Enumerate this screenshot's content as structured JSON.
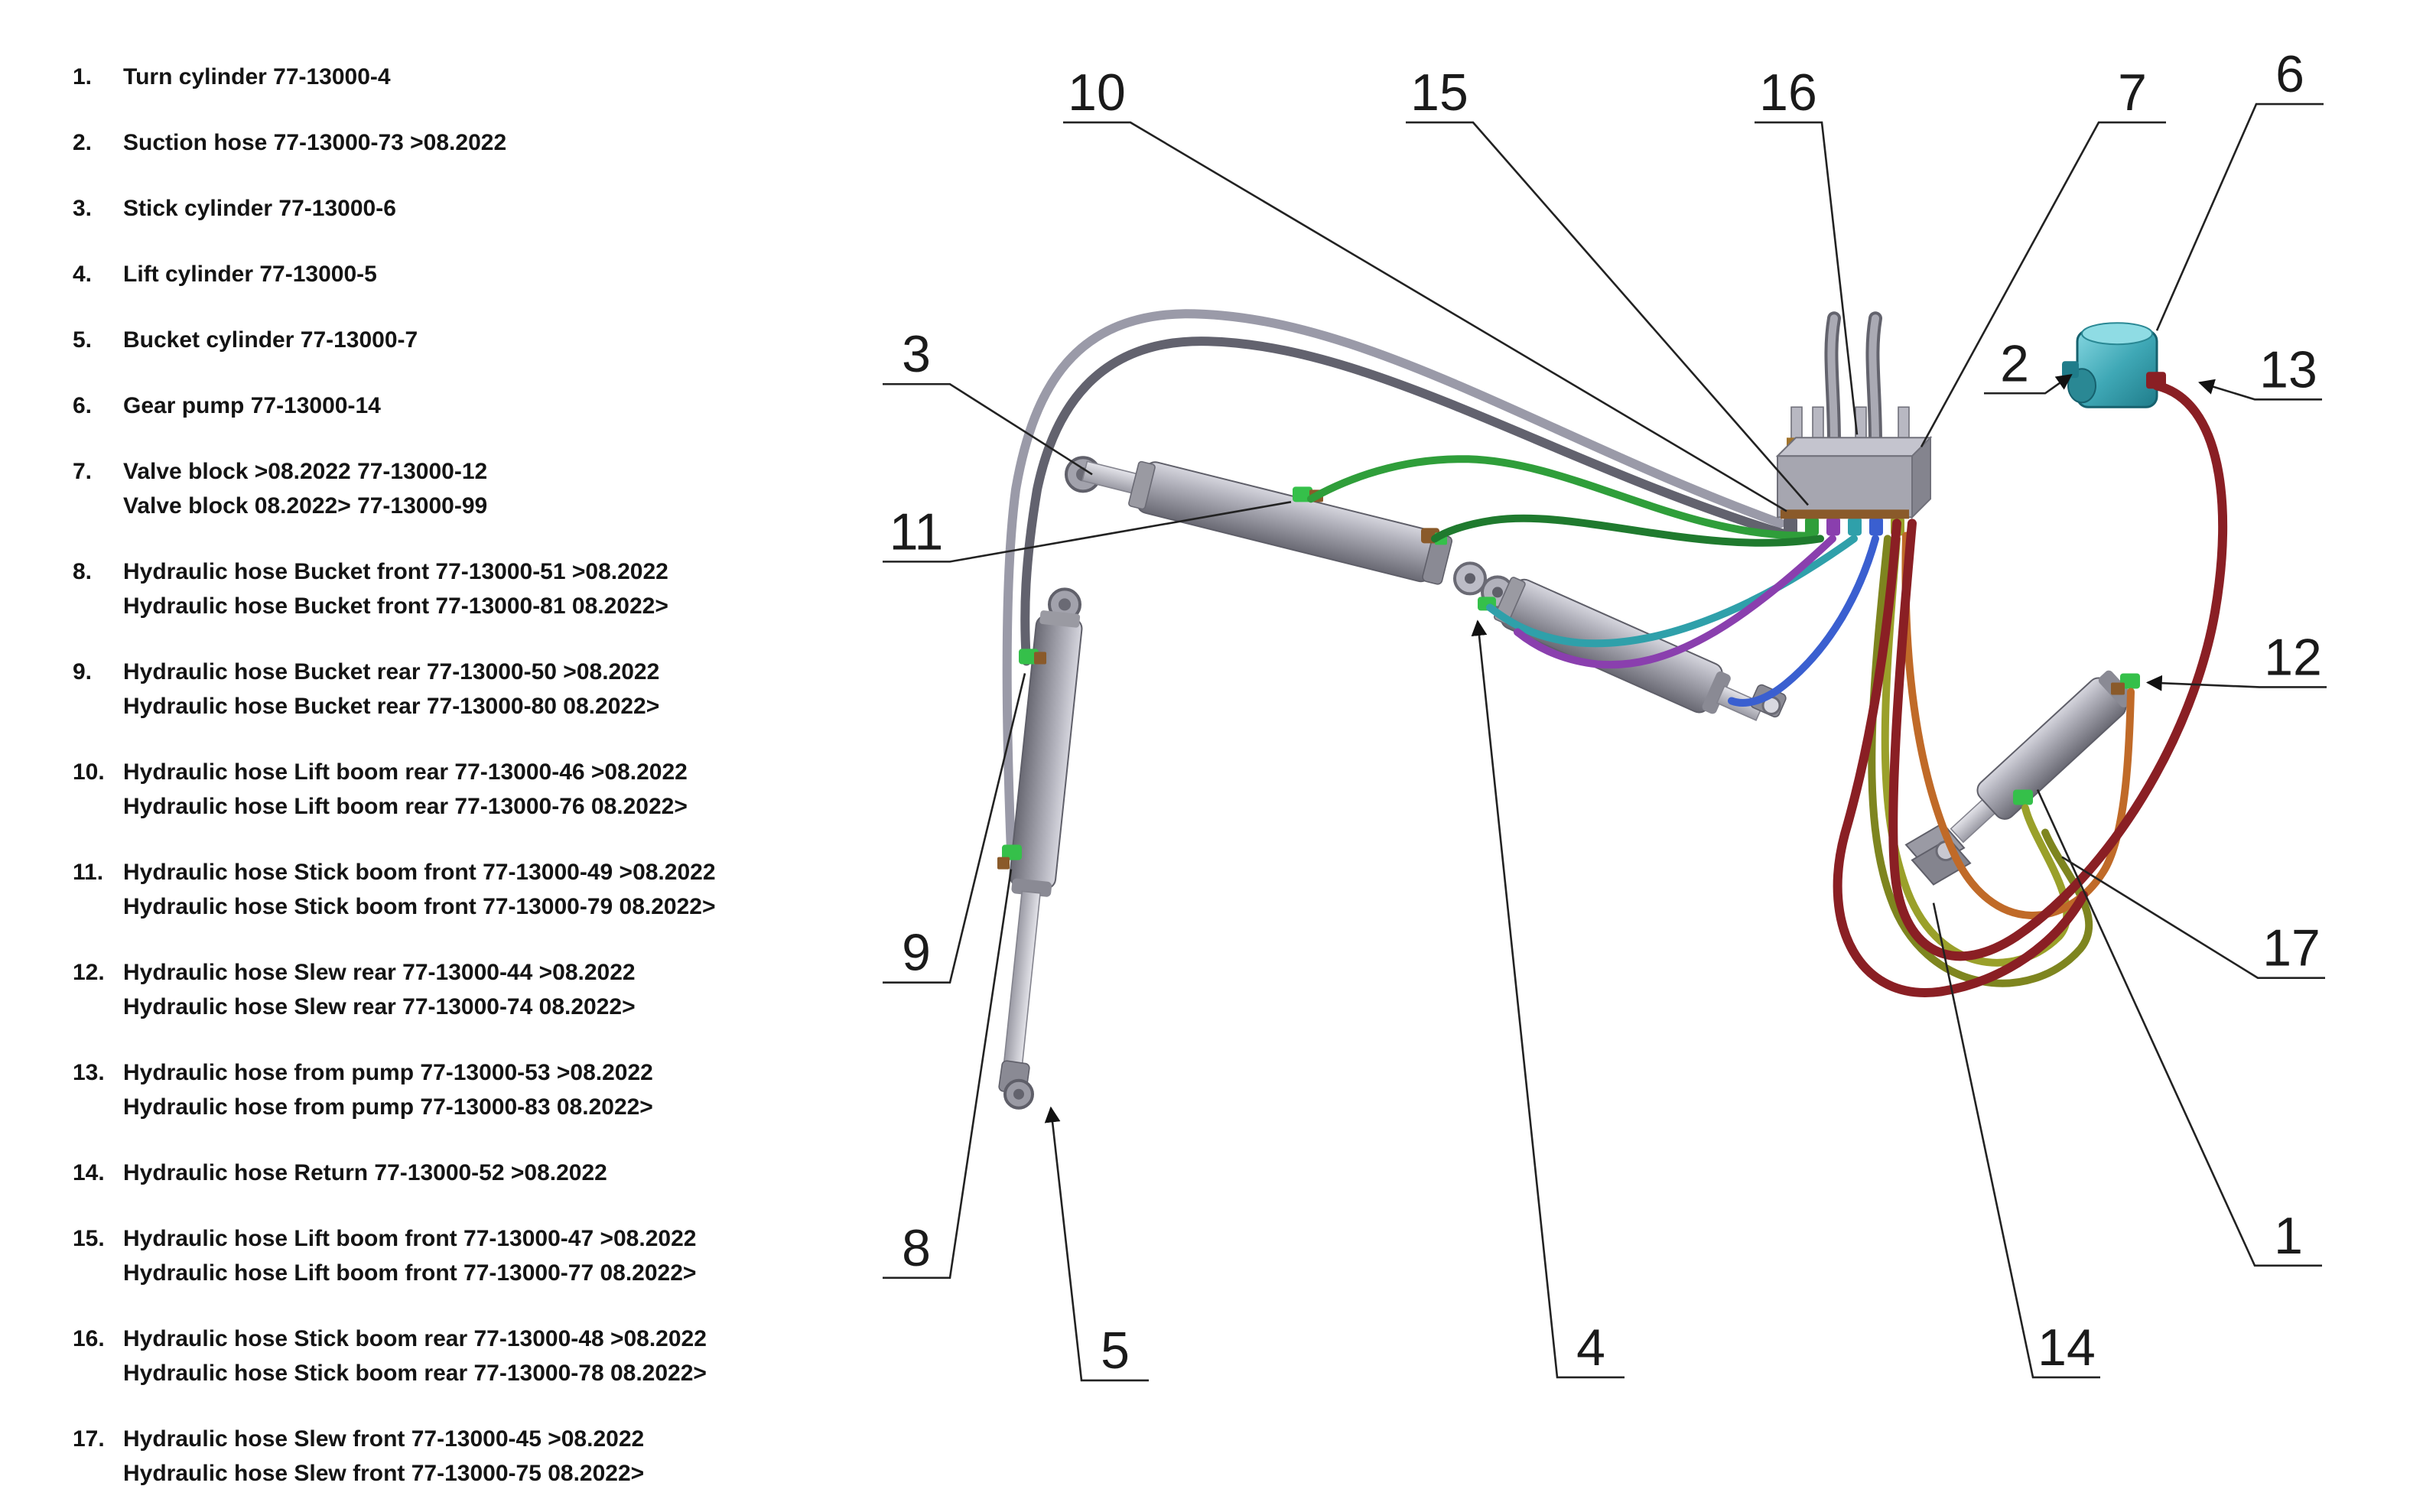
{
  "parts": [
    {
      "num": "1.",
      "line1": "Turn cylinder 77-13000-4",
      "line2": ""
    },
    {
      "num": "2.",
      "line1": "Suction hose 77-13000-73 >08.2022",
      "line2": ""
    },
    {
      "num": "3.",
      "line1": "Stick cylinder 77-13000-6",
      "line2": ""
    },
    {
      "num": "4.",
      "line1": "Lift cylinder 77-13000-5",
      "line2": ""
    },
    {
      "num": "5.",
      "line1": "Bucket cylinder 77-13000-7",
      "line2": ""
    },
    {
      "num": "6.",
      "line1": "Gear pump 77-13000-14",
      "line2": ""
    },
    {
      "num": "7.",
      "line1": "Valve block >08.2022  77-13000-12",
      "line2": "Valve block 08.2022>  77-13000-99"
    },
    {
      "num": "8.",
      "line1": "Hydraulic hose Bucket front 77-13000-51 >08.2022",
      "line2": "Hydraulic hose Bucket front 77-13000-81 08.2022>"
    },
    {
      "num": "9.",
      "line1": "Hydraulic hose Bucket rear 77-13000-50 >08.2022",
      "line2": "Hydraulic hose Bucket rear 77-13000-80 08.2022>"
    },
    {
      "num": "10.",
      "line1": "Hydraulic hose Lift boom rear 77-13000-46 >08.2022",
      "line2": "Hydraulic hose Lift boom rear 77-13000-76 08.2022>"
    },
    {
      "num": "11.",
      "line1": "Hydraulic hose Stick boom front 77-13000-49 >08.2022",
      "line2": "Hydraulic hose Stick boom front 77-13000-79 08.2022>"
    },
    {
      "num": "12.",
      "line1": "Hydraulic hose Slew rear 77-13000-44 >08.2022",
      "line2": "Hydraulic hose Slew rear 77-13000-74 08.2022>"
    },
    {
      "num": "13.",
      "line1": "Hydraulic hose from pump 77-13000-53 >08.2022",
      "line2": "Hydraulic hose from pump 77-13000-83 08.2022>"
    },
    {
      "num": "14.",
      "line1": "Hydraulic hose Return 77-13000-52 >08.2022",
      "line2": ""
    },
    {
      "num": "15.",
      "line1": "Hydraulic hose Lift boom front 77-13000-47 >08.2022",
      "line2": "Hydraulic hose Lift boom front 77-13000-77 08.2022>"
    },
    {
      "num": "16.",
      "line1": "Hydraulic hose Stick boom rear 77-13000-48 >08.2022",
      "line2": "Hydraulic hose Stick boom rear 77-13000-78 08.2022>"
    },
    {
      "num": "17.",
      "line1": "Hydraulic hose Slew front 77-13000-45 >08.2022",
      "line2": "Hydraulic hose Slew front 77-13000-75 08.2022>"
    }
  ],
  "callouts": {
    "n1": "1",
    "n2": "2",
    "n3": "3",
    "n4": "4",
    "n5": "5",
    "n6": "6",
    "n7": "7",
    "n8": "8",
    "n9": "9",
    "n10": "10",
    "n11": "11",
    "n12": "12",
    "n13": "13",
    "n14": "14",
    "n15": "15",
    "n16": "16",
    "n17": "17"
  },
  "colors": {
    "hose_grey_light": "#9a9aa8",
    "hose_grey_dark": "#62626e",
    "hose_green": "#2f9e3a",
    "hose_green_dark": "#1f7a2e",
    "hose_purple": "#8a3fae",
    "hose_teal": "#2fa0aa",
    "hose_blue": "#3a5fd0",
    "hose_olive": "#9aa02a",
    "hose_olive_dark": "#7e851f",
    "hose_orange": "#c06a28",
    "hose_dark_red": "#8a1f24",
    "pump_teal": "#3fa8b6",
    "metal_grey": "#a6a6b0",
    "fitting_brass": "#8a5a2a",
    "fitting_green": "#35c04a",
    "leader": "#222222"
  }
}
